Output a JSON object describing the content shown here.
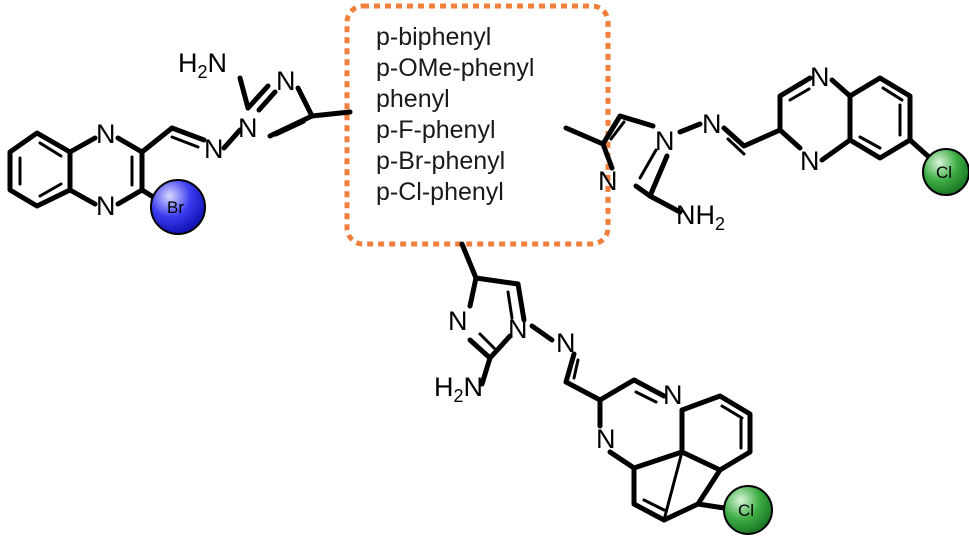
{
  "substituents": [
    "p-biphenyl",
    "p-OMe-phenyl",
    "phenyl",
    "p-F-phenyl",
    "p-Br-phenyl",
    "p-Cl-phenyl"
  ],
  "atoms": {
    "n": "N",
    "h2n": "H₂N",
    "nh": "NH",
    "two": "2",
    "br": "Br",
    "cl": "Cl"
  },
  "colors": {
    "box_border": "#f07f3c",
    "bromine_ball": "#1f1fe0",
    "chlorine_ball": "#1e8a2e"
  }
}
